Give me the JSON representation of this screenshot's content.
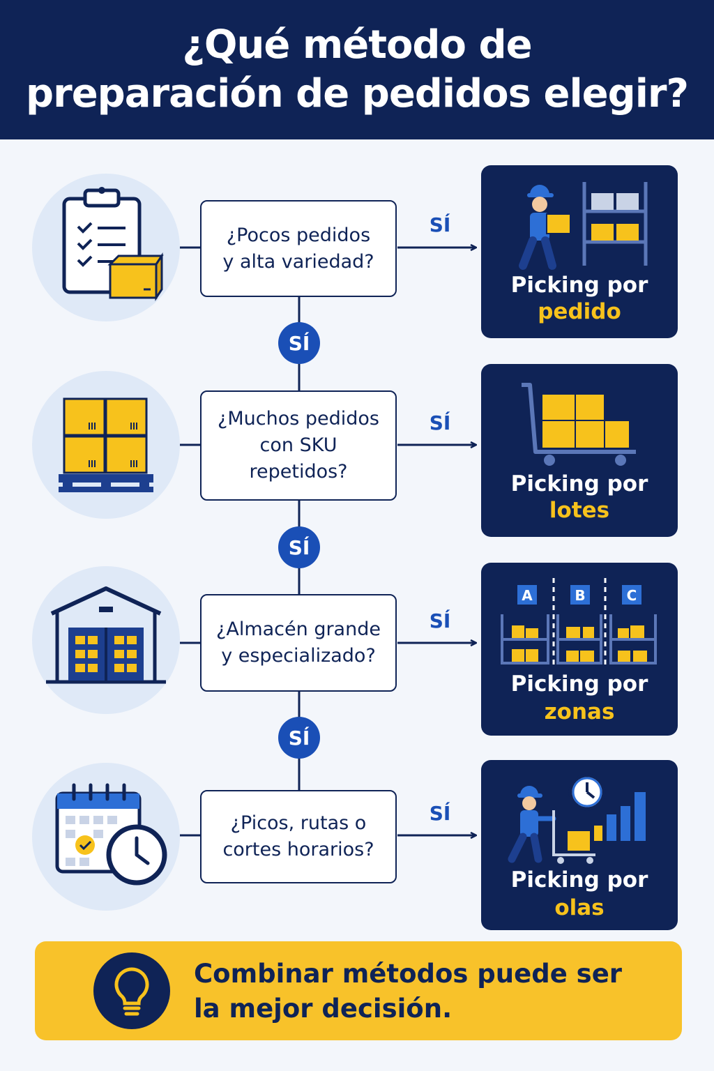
{
  "header": {
    "title_line1": "¿Qué método de",
    "title_line2": "preparación de pedidos elegir?"
  },
  "colors": {
    "navy": "#0f2356",
    "accent_blue": "#1a4fb6",
    "yellow": "#f7c21c",
    "light_blue": "#dfe9f7"
  },
  "steps": [
    {
      "icon": "clipboard-box-icon",
      "question_lines": [
        "¿Pocos pedidos",
        "y alta variedad?"
      ],
      "yes_label": "SÍ",
      "down_label": "SÍ",
      "result_line1": "Picking por",
      "result_line2": "pedido",
      "result_icon": "worker-carrying-box-shelf-icon"
    },
    {
      "icon": "pallet-boxes-icon",
      "question_lines": [
        "¿Muchos pedidos",
        "con SKU",
        "repetidos?"
      ],
      "yes_label": "SÍ",
      "down_label": "SÍ",
      "result_line1": "Picking por",
      "result_line2": "lotes",
      "result_icon": "cart-with-boxes-icon"
    },
    {
      "icon": "warehouse-icon",
      "question_lines": [
        "¿Almacén grande",
        "y especializado?"
      ],
      "yes_label": "SÍ",
      "down_label": "SÍ",
      "result_line1": "Picking por",
      "result_line2": "zonas",
      "result_icon": "zoned-shelves-icon",
      "zones": [
        "A",
        "B",
        "C"
      ]
    },
    {
      "icon": "calendar-clock-icon",
      "question_lines": [
        "¿Picos, rutas o",
        "cortes horarios?"
      ],
      "yes_label": "SÍ",
      "result_line1": "Picking por",
      "result_line2": "olas",
      "result_icon": "worker-cart-clock-bars-icon"
    }
  ],
  "footer": {
    "line1": "Combinar métodos puede ser",
    "line2": "la mejor decisión.",
    "icon": "lightbulb-icon"
  }
}
